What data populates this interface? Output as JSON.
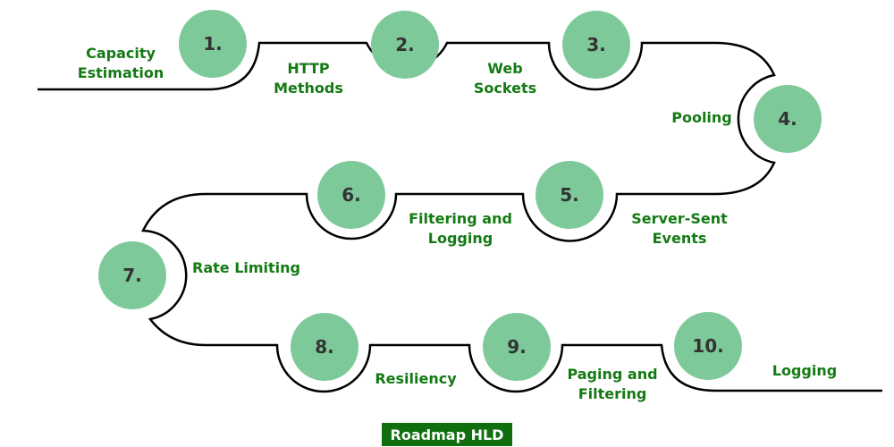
{
  "title": "Roadmap HLD",
  "colors": {
    "circle_fill": "#7ec99a",
    "label_text": "#147a14",
    "number_text": "#333333",
    "banner_bg": "#0f6f0f",
    "banner_text": "#ffffff",
    "path_stroke": "#000000"
  },
  "steps": [
    {
      "number": "1.",
      "line1": "Capacity",
      "line2": "Estimation"
    },
    {
      "number": "2.",
      "line1": "HTTP",
      "line2": "Methods"
    },
    {
      "number": "3.",
      "line1": "Web",
      "line2": "Sockets"
    },
    {
      "number": "4.",
      "line1": "Pooling",
      "line2": ""
    },
    {
      "number": "5.",
      "line1": "Server-Sent",
      "line2": "Events"
    },
    {
      "number": "6.",
      "line1": "Filtering and",
      "line2": "Logging"
    },
    {
      "number": "7.",
      "line1": "Rate Limiting",
      "line2": ""
    },
    {
      "number": "8.",
      "line1": "Resiliency",
      "line2": ""
    },
    {
      "number": "9.",
      "line1": "Paging and",
      "line2": "Filtering"
    },
    {
      "number": "10.",
      "line1": "Logging",
      "line2": ""
    }
  ]
}
